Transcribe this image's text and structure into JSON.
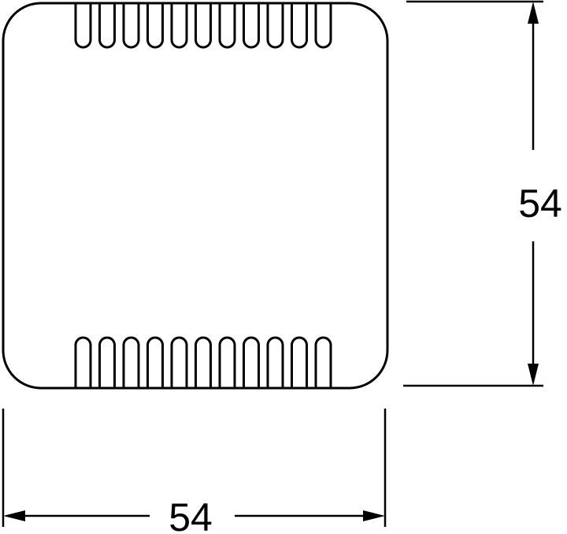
{
  "drawing": {
    "dimensions": {
      "width_label": "54",
      "height_label": "54"
    },
    "vents": {
      "top_count": 11,
      "bottom_count": 11
    },
    "line_color": "#000000"
  }
}
